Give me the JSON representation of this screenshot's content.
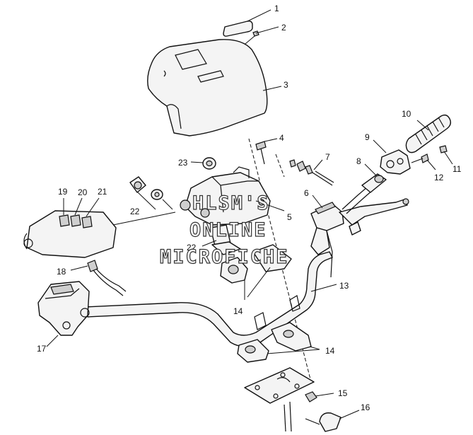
{
  "watermark": {
    "line1": "HLSM'S",
    "line2": "ONLINE",
    "line3": "MICROFICHE"
  },
  "callouts": [
    "1",
    "2",
    "3",
    "4",
    "5",
    "6",
    "7",
    "8",
    "9",
    "10",
    "11",
    "12",
    "13",
    "14",
    "15",
    "16",
    "17",
    "18",
    "19",
    "20",
    "21",
    "22",
    "23"
  ]
}
